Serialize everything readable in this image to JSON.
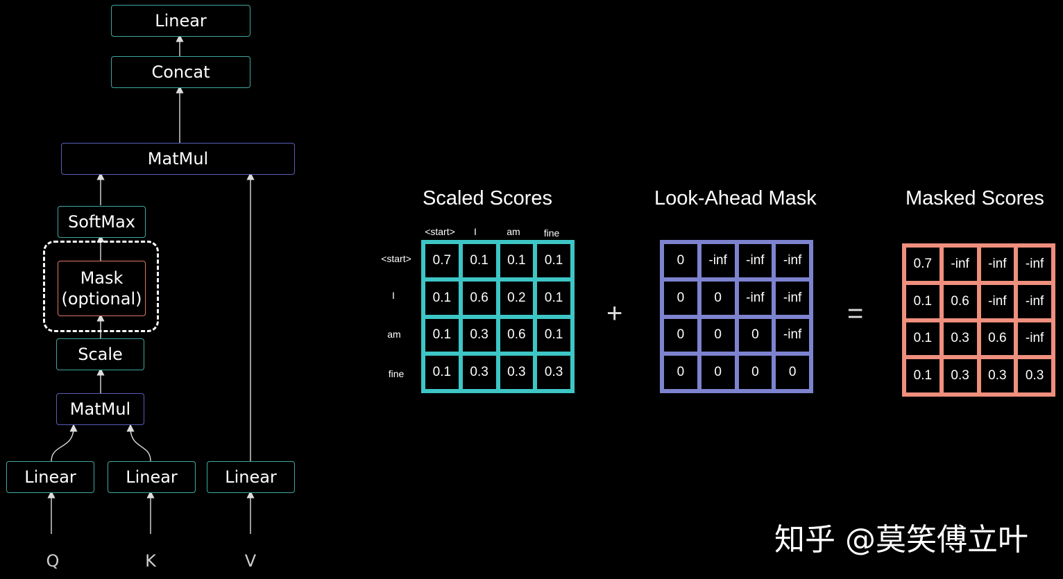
{
  "diagram": {
    "linear_top": "Linear",
    "concat": "Concat",
    "matmul_top": "MatMul",
    "softmax": "SoftMax",
    "mask": "Mask\n(optional)",
    "scale": "Scale",
    "matmul_bottom": "MatMul",
    "linear_q": "Linear",
    "linear_k": "Linear",
    "linear_v": "Linear",
    "input_q": "Q",
    "input_k": "K",
    "input_v": "V"
  },
  "scaled_scores": {
    "title": "Scaled Scores",
    "col_labels": [
      "<start>",
      "I",
      "am",
      "fine"
    ],
    "row_labels": [
      "<start>",
      "I",
      "am",
      "fine"
    ],
    "border_color": "#3ec6c6",
    "rows": [
      [
        "0.7",
        "0.1",
        "0.1",
        "0.1"
      ],
      [
        "0.1",
        "0.6",
        "0.2",
        "0.1"
      ],
      [
        "0.1",
        "0.3",
        "0.6",
        "0.1"
      ],
      [
        "0.1",
        "0.3",
        "0.3",
        "0.3"
      ]
    ]
  },
  "plus_sign": "+",
  "look_ahead_mask": {
    "title": "Look-Ahead Mask",
    "border_color": "#7e83d0",
    "rows": [
      [
        "0",
        "-inf",
        "-inf",
        "-inf"
      ],
      [
        "0",
        "0",
        "-inf",
        "-inf"
      ],
      [
        "0",
        "0",
        "0",
        "-inf"
      ],
      [
        "0",
        "0",
        "0",
        "0"
      ]
    ]
  },
  "equals_sign": "=",
  "masked_scores": {
    "title": "Masked Scores",
    "border_color": "#ef8f7e",
    "rows": [
      [
        "0.7",
        "-inf",
        "-inf",
        "-inf"
      ],
      [
        "0.1",
        "0.6",
        "-inf",
        "-inf"
      ],
      [
        "0.1",
        "0.3",
        "0.6",
        "-inf"
      ],
      [
        "0.1",
        "0.3",
        "0.3",
        "0.3"
      ]
    ]
  },
  "watermark": "知乎 @莫笑傅立叶",
  "colors": {
    "box_teal": "#3fa9a0",
    "box_purple": "#5a5fb8",
    "box_pink": "#e0786a",
    "background": "#000000"
  }
}
